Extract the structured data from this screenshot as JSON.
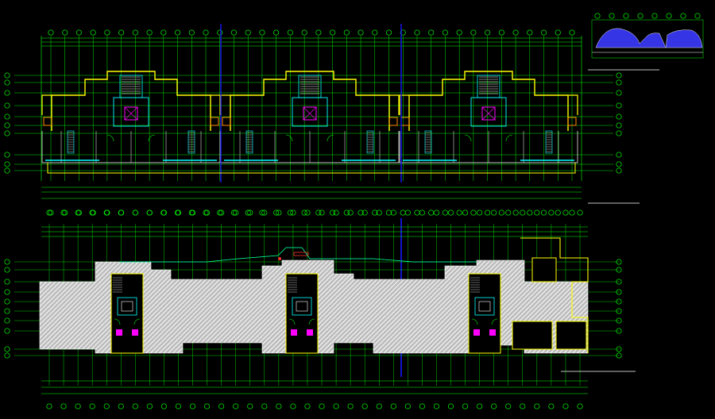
{
  "sheet": {
    "background": "#000000",
    "colors": {
      "grid": "#00ff00",
      "wall": "#ffff00",
      "stair": "#00ffff",
      "text": "#ffffff",
      "accent": "#ff3030",
      "joint": "#1a1aff",
      "hatch": "#ffffff",
      "core": "#ff00ff",
      "orange": "#ff8c00",
      "keyplan": "#3b3bff"
    }
  },
  "plans": {
    "upper": {
      "caption": "",
      "scale": "",
      "notes": [
        "",
        ""
      ]
    },
    "lower": {
      "caption": "",
      "scale": "",
      "notes": [
        "",
        ""
      ]
    },
    "keyplan": {
      "caption": ""
    }
  },
  "grid_axes": {
    "upper_top_count": 38,
    "upper_side_count": 9,
    "lower_top_count": 38,
    "lower_side_count": 10
  }
}
